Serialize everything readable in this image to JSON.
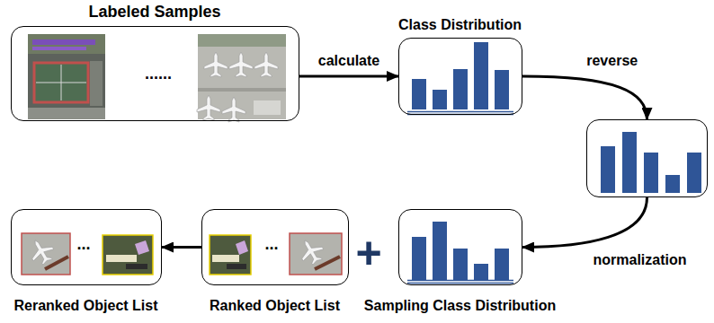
{
  "diagram": {
    "nodes": [
      {
        "text": [
          "Labeled Samples",
          "......"
        ]
      },
      {
        "text": [
          "Class Distribution"
        ]
      },
      {
        "text": []
      },
      {
        "text": [
          "Sampling Class Distribution"
        ]
      },
      {
        "text": [
          "Ranked Object List",
          "..."
        ]
      },
      {
        "text": [
          "Reranked Object List",
          "..."
        ]
      }
    ],
    "edges": [
      {
        "from": 0,
        "to": 1,
        "label": "calculate",
        "arrow": "to"
      },
      {
        "from": 1,
        "to": 2,
        "label": "reverse",
        "arrow": "to"
      },
      {
        "from": 2,
        "to": 3,
        "label": "normalization",
        "arrow": "to"
      },
      {
        "from": 4,
        "to": 5,
        "arrow": "to"
      }
    ],
    "labels": [
      "+"
    ]
  }
}
